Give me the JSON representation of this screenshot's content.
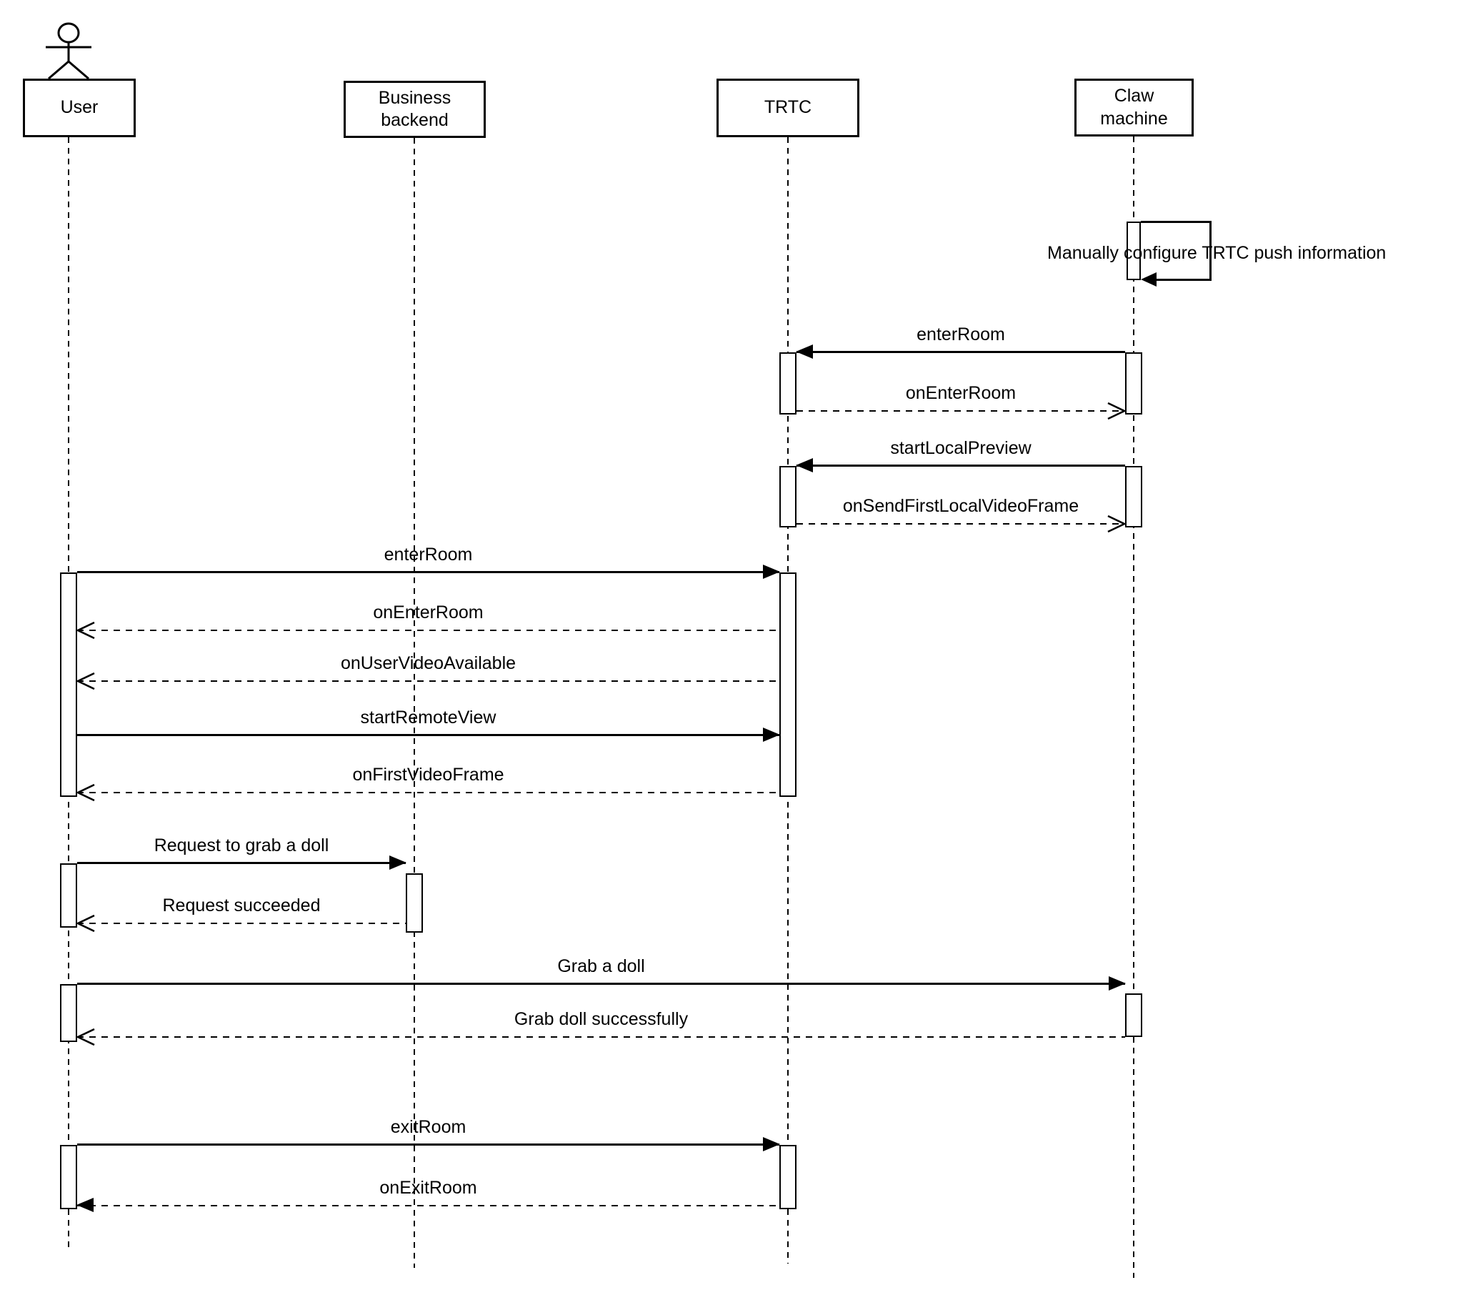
{
  "diagram": {
    "kind": "uml-sequence-diagram",
    "colors": {
      "foreground": "#000000",
      "background": "#ffffff"
    },
    "actors": [
      {
        "id": "user",
        "label": "User",
        "type": "actor"
      },
      {
        "id": "business-backend",
        "label": "Business backend",
        "type": "participant"
      },
      {
        "id": "trtc",
        "label": "TRTC",
        "type": "participant"
      },
      {
        "id": "claw-machine",
        "label": "Claw machine",
        "type": "participant"
      }
    ],
    "messages": [
      {
        "from": "claw-machine",
        "to": "claw-machine",
        "label": "Manually configure TRTC push information",
        "line": "solid",
        "arrow": "filled",
        "self": true
      },
      {
        "from": "claw-machine",
        "to": "trtc",
        "label": "enterRoom",
        "line": "solid",
        "arrow": "filled"
      },
      {
        "from": "trtc",
        "to": "claw-machine",
        "label": "onEnterRoom",
        "line": "dashed",
        "arrow": "open"
      },
      {
        "from": "claw-machine",
        "to": "trtc",
        "label": "startLocalPreview",
        "line": "solid",
        "arrow": "filled"
      },
      {
        "from": "trtc",
        "to": "claw-machine",
        "label": "onSendFirstLocalVideoFrame",
        "line": "dashed",
        "arrow": "open"
      },
      {
        "from": "user",
        "to": "trtc",
        "label": "enterRoom",
        "line": "solid",
        "arrow": "filled"
      },
      {
        "from": "trtc",
        "to": "user",
        "label": "onEnterRoom",
        "line": "dashed",
        "arrow": "open"
      },
      {
        "from": "trtc",
        "to": "user",
        "label": "onUserVideoAvailable",
        "line": "dashed",
        "arrow": "open"
      },
      {
        "from": "user",
        "to": "trtc",
        "label": "startRemoteView",
        "line": "solid",
        "arrow": "filled"
      },
      {
        "from": "trtc",
        "to": "user",
        "label": "onFirstVideoFrame",
        "line": "dashed",
        "arrow": "open"
      },
      {
        "from": "user",
        "to": "business-backend",
        "label": "Request to grab a doll",
        "line": "solid",
        "arrow": "filled"
      },
      {
        "from": "business-backend",
        "to": "user",
        "label": "Request succeeded",
        "line": "dashed",
        "arrow": "open"
      },
      {
        "from": "user",
        "to": "claw-machine",
        "label": "Grab a doll",
        "line": "solid",
        "arrow": "filled"
      },
      {
        "from": "claw-machine",
        "to": "user",
        "label": "Grab doll successfully",
        "line": "dashed",
        "arrow": "open"
      },
      {
        "from": "user",
        "to": "trtc",
        "label": "exitRoom",
        "line": "solid",
        "arrow": "filled"
      },
      {
        "from": "trtc",
        "to": "user",
        "label": "onExitRoom",
        "line": "dashed",
        "arrow": "filled"
      }
    ]
  }
}
